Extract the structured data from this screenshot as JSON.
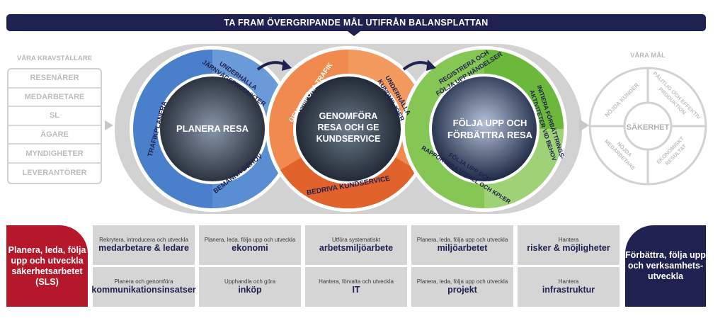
{
  "banner": "TA FRAM ÖVERGRIPANDE MÅL UTIFRÅN BALANSPLATTAN",
  "requirements": {
    "title": "VÅRA KRAVSTÄLLARE",
    "items": [
      "RESENÄRER",
      "MEDARBETARE",
      "SL",
      "ÄGARE",
      "MYNDIGHETER",
      "LEVERANTÖRER"
    ]
  },
  "goals": {
    "title": "VÅRA MÅL",
    "center": "SÄKERHET",
    "quadrants": [
      "NÖJDA KUNDER",
      "PÅLITLIG OCH EFFEKTIV PRODUKTION",
      "EKONOMISKT RESULTAT",
      "NÖJDA MEDARBETARE"
    ]
  },
  "circles": [
    {
      "center": "PLANERA RESA",
      "color": "#4a7fcb",
      "segments": [
        "TRAFIKPLANERA",
        "UNDERHÅLLA JÄRNVÄGSPRODUKTER",
        "BEMANNA BEHOV"
      ]
    },
    {
      "center": "GENOMFÖRA RESA OCH GE KUNDSERVICE",
      "color": "#ec7a3f",
      "segments": [
        "GENOMFÖRA TRAFIK",
        "UNDERHÅLLA KUNDMILJÖER",
        "BEDRIVA KUNDSERVICE"
      ]
    },
    {
      "center": "FÖLJA UPP OCH FÖRBÄTTRA RESA",
      "color": "#7ec24a",
      "segments": [
        "REGISTRERA OCH FÖLJA UPP HÄNDELSER",
        "INITIERA FÖRBÄTTRINGS-AKTIVITETER VID BEHOV",
        "FÖLJA UPP OCH RAPPORTERA UTFALL OCH KPI:ER"
      ]
    }
  ],
  "left_block": "Planera, leda, följa upp och utveckla säkerhetsarbetet (SLS)",
  "right_block": "Förbättra, följa upp och verksamhets-utveckla",
  "support": [
    {
      "small": "Rekrytera, introducera och utveckla",
      "big": "medarbetare & ledare"
    },
    {
      "small": "Planera, leda, följa upp och utveckla",
      "big": "ekonomi"
    },
    {
      "small": "Utföra systematiskt",
      "big": "arbetsmiljöarbete"
    },
    {
      "small": "Planera, leda, följa upp och utveckla",
      "big": "miljöarbetet"
    },
    {
      "small": "Hantera",
      "big": "risker & möjligheter"
    },
    {
      "small": "Planera och genomföra",
      "big": "kommunikationsinsatser"
    },
    {
      "small": "Upphandla och göra",
      "big": "inköp"
    },
    {
      "small": "Hantera, förvalta och utveckla",
      "big": "IT"
    },
    {
      "small": "Planera, leda, följa upp och utveckla",
      "big": "projekt"
    },
    {
      "small": "Hantera",
      "big": "infrastruktur"
    }
  ],
  "colors": {
    "navy": "#1f2150",
    "red": "#b5172b",
    "blue": "#4a7fcb",
    "orange": "#ec7a3f",
    "green": "#7ec24a",
    "gray": "#d5d5d5"
  }
}
